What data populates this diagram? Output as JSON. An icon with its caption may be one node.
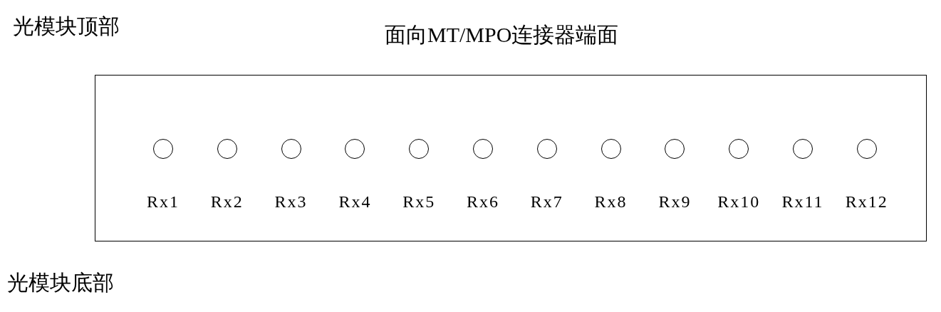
{
  "diagram": {
    "title": "面向MT/MPO连接器端面",
    "nodes": [
      {
        "text": [],
        "shape": "box"
      },
      {
        "text": [],
        "shape": "circle",
        "in": 0,
        "beside": [
          "Rx1"
        ]
      },
      {
        "text": [],
        "shape": "circle",
        "in": 0,
        "beside": [
          "Rx2"
        ]
      },
      {
        "text": [],
        "shape": "circle",
        "in": 0,
        "beside": [
          "Rx3"
        ]
      },
      {
        "text": [],
        "shape": "circle",
        "in": 0,
        "beside": [
          "Rx4"
        ]
      },
      {
        "text": [],
        "shape": "circle",
        "in": 0,
        "beside": [
          "Rx5"
        ]
      },
      {
        "text": [],
        "shape": "circle",
        "in": 0,
        "beside": [
          "Rx6"
        ]
      },
      {
        "text": [],
        "shape": "circle",
        "in": 0,
        "beside": [
          "Rx7"
        ]
      },
      {
        "text": [],
        "shape": "circle",
        "in": 0,
        "beside": [
          "Rx8"
        ]
      },
      {
        "text": [],
        "shape": "circle",
        "in": 0,
        "beside": [
          "Rx9"
        ]
      },
      {
        "text": [],
        "shape": "circle",
        "in": 0,
        "beside": [
          "Rx10"
        ]
      },
      {
        "text": [],
        "shape": "circle",
        "in": 0,
        "beside": [
          "Rx11"
        ]
      },
      {
        "text": [],
        "shape": "circle",
        "in": 0,
        "beside": [
          "Rx12"
        ]
      }
    ],
    "labels": [
      "光模块顶部",
      "光模块底部"
    ]
  }
}
